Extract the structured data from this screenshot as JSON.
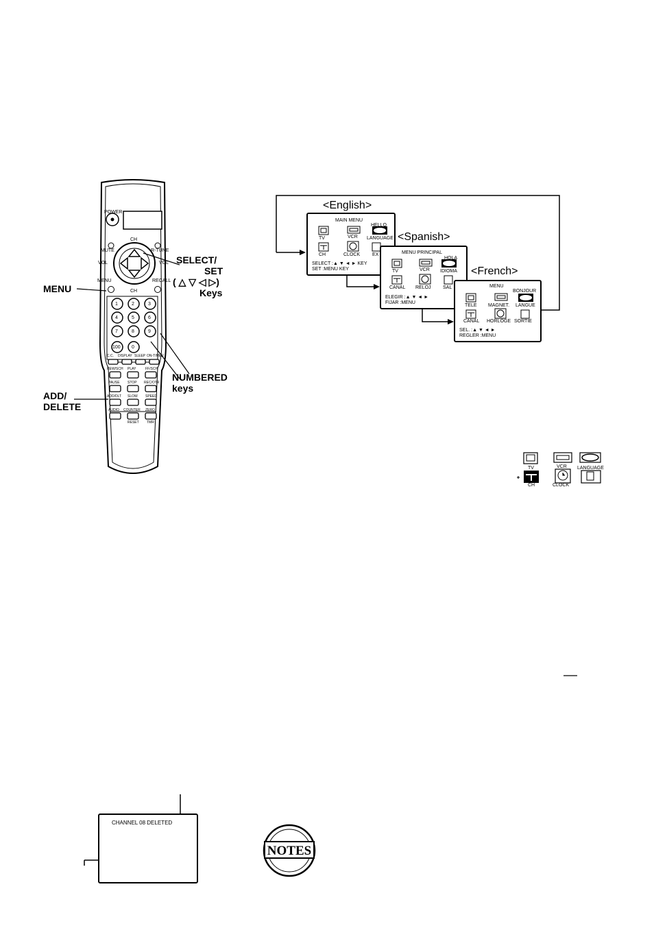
{
  "remote": {
    "power_label": "POWER",
    "ch_label": "CH",
    "vol_label": "VOL",
    "mute_label": "MUTE",
    "rtune_label": "R-TUNE",
    "menu_small_label": "MENU",
    "recall_label": "RECALL",
    "numbers": [
      "1",
      "2",
      "3",
      "4",
      "5",
      "6",
      "7",
      "8",
      "9",
      "100",
      "0"
    ],
    "row1": [
      "C.C.",
      "DISPLAY",
      "SLEEP",
      "ON-TIMER"
    ],
    "row2": [
      "REW/SCH",
      "PLAY",
      "FF/SCH"
    ],
    "row3": [
      "PAUSE",
      "STOP",
      "REC/OTR"
    ],
    "row4": [
      "ADD/DLT",
      "SLOW",
      "SPEED"
    ],
    "row5": [
      "AUDIO",
      "COUNTER",
      "ZERO"
    ],
    "row6": [
      "RESET",
      "TMR"
    ]
  },
  "callouts": {
    "select_set_line1": "SELECT/",
    "select_set_line2": "SET",
    "select_set_line3": "( △ ▽ ◁ ▷)",
    "select_set_line4": "Keys",
    "menu": "MENU",
    "numbered_line1": "NUMBERED",
    "numbered_line2": "keys",
    "add_delete_line1": "ADD/",
    "add_delete_line2": "DELETE"
  },
  "menus": {
    "english": {
      "tag": "<English>",
      "title": "MAIN MENU",
      "greeting": "HELLO",
      "items": [
        "TV",
        "VCR",
        "LANGUAGE",
        "CH",
        "CLOCK",
        "EX"
      ],
      "footer1": "SELECT :▲ ▼ ◄ ►  KEY",
      "footer2": "SET     :MENU  KEY"
    },
    "spanish": {
      "tag": "<Spanish>",
      "title": "MENU PRINCIPAL",
      "greeting": "HOLA",
      "items": [
        "TV",
        "VCR",
        "IDIOMA",
        "CANAL",
        "RELOJ",
        "SAL"
      ],
      "footer1": "ELEGIR :▲ ▼ ◄ ►",
      "footer2": "FIJAR  :MENU"
    },
    "french": {
      "tag": "<French>",
      "title": "MENU",
      "greeting": "BONJOUR",
      "items": [
        "TELE",
        "MAGNET.",
        "LANGUE",
        "CANAL",
        "HORLOGE",
        "SORTIE"
      ],
      "footer1": "SEL.    :▲ ▼ ◄ ►",
      "footer2": "REGLER :MENU"
    }
  },
  "icon_grid": {
    "items": [
      "TV",
      "VCR",
      "LANGUAGE",
      "CH",
      "CLOCK",
      ""
    ]
  },
  "channel_screen": {
    "message": "CHANNEL  08  DELETED"
  },
  "notes_badge": "NOTES"
}
